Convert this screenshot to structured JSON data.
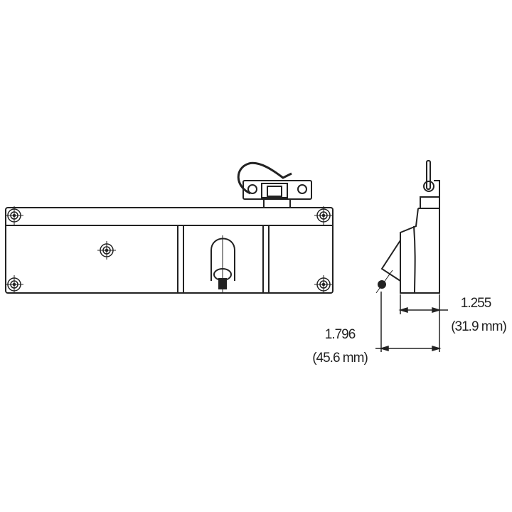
{
  "dimensions": [
    {
      "inches": "1.255",
      "mm": "(31.9 mm)"
    },
    {
      "inches": "1.796",
      "mm": "(45.6 mm)"
    }
  ],
  "colors": {
    "line": "#222222",
    "background": "#ffffff"
  }
}
